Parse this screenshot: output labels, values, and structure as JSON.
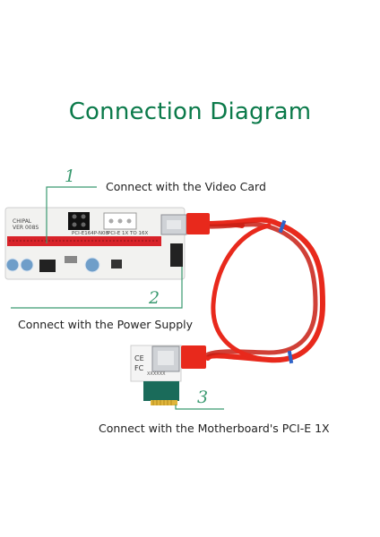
{
  "title": "Connection Diagram",
  "callouts": [
    {
      "number": "1",
      "text": "Connect with the Video Card"
    },
    {
      "number": "2",
      "text": "Connect with the Power Supply"
    },
    {
      "number": "3",
      "text": "Connect with the Motherboard's PCI-E 1X"
    }
  ],
  "board_text": {
    "brand": "CHIPAL",
    "version": "VER 008S",
    "model": "PCI-E164P-N08",
    "pcie": "PCI-E 1X TO 16X",
    "adapter_ce": "CE",
    "adapter_fc": "FC",
    "adapter_code": "XXXXXX"
  },
  "colors": {
    "title": "#0b7a4a",
    "callout_number": "#3a9a70",
    "callout_line": "#3a9a70",
    "cable": "#e8291c",
    "slot": "#d8232a",
    "cable_band": "#2f63c8",
    "gold_fingers": "#e0b53b",
    "adapter_pcb": "#1a6b5a"
  },
  "icons": [
    "usb-connector-icon",
    "pcie-slot-icon",
    "capacitor-icon"
  ]
}
